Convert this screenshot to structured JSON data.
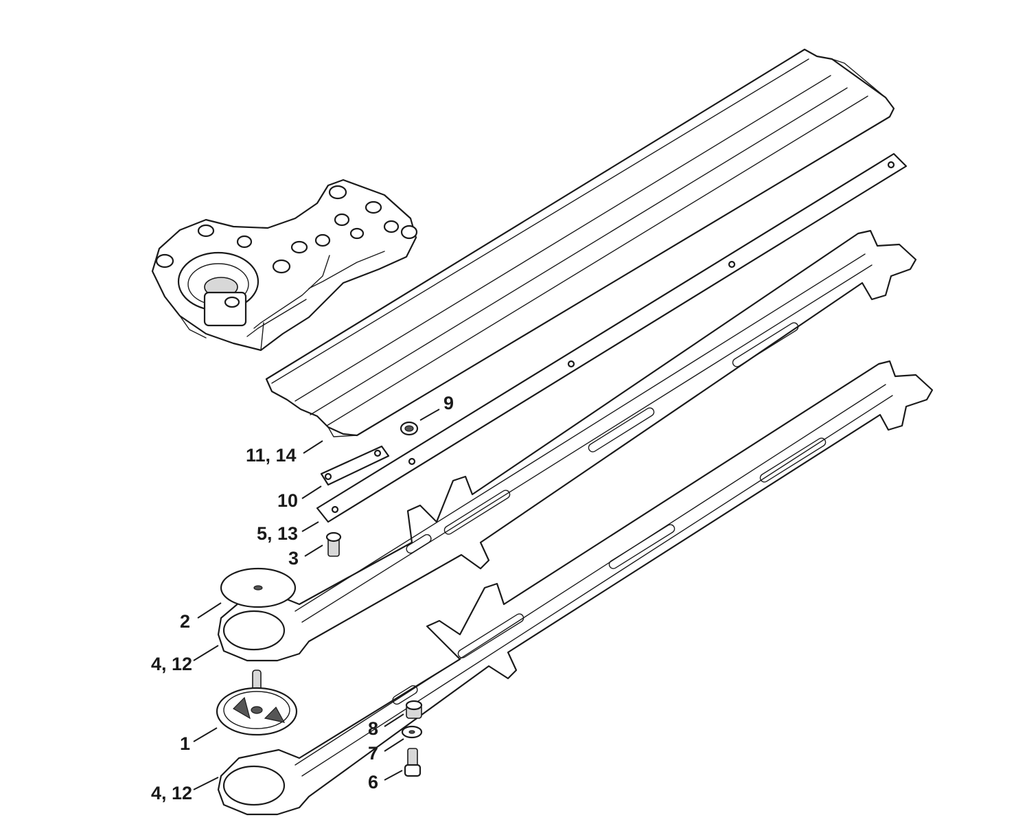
{
  "diagram": {
    "callouts": [
      {
        "id": "guard",
        "label": "11, 14"
      },
      {
        "id": "nut",
        "label": "9"
      },
      {
        "id": "plate",
        "label": "10"
      },
      {
        "id": "bar",
        "label": "5, 13"
      },
      {
        "id": "screw",
        "label": "3"
      },
      {
        "id": "washer-disc",
        "label": "2"
      },
      {
        "id": "blade-upper",
        "label": "4, 12"
      },
      {
        "id": "gear",
        "label": "1"
      },
      {
        "id": "blade-lower",
        "label": "4, 12"
      },
      {
        "id": "small-nut",
        "label": "8"
      },
      {
        "id": "small-washer",
        "label": "7"
      },
      {
        "id": "bolt",
        "label": "6"
      }
    ]
  }
}
